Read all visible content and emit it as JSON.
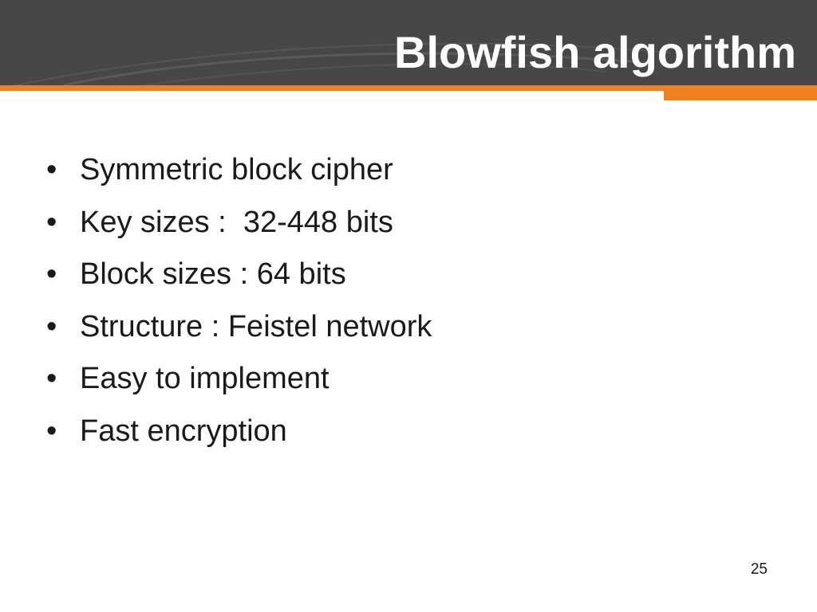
{
  "slide": {
    "title": "Blowfish algorithm",
    "bullet_symbol": "•",
    "bullets": [
      "Symmetric block cipher",
      "Key sizes :  32-448 bits",
      "Block sizes : 64 bits",
      "Structure : Feistel network",
      "Easy to implement",
      "Fast encryption"
    ],
    "page_number": "25"
  },
  "colors": {
    "header_background": "#474747",
    "accent_orange": "#f0821e",
    "title_text": "#ffffff",
    "body_text": "#1a1a1a"
  }
}
